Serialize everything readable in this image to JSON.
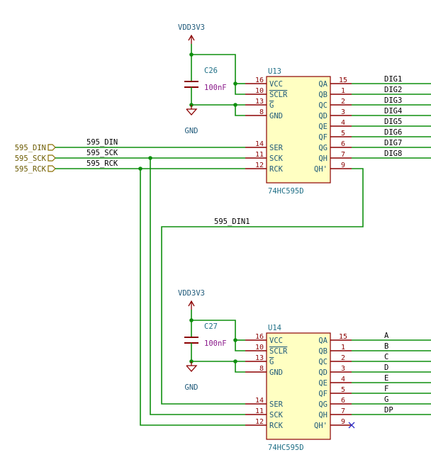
{
  "ic_top": {
    "ref": "U13",
    "value": "74HC595D",
    "left_pins": [
      {
        "name": "VCC",
        "num": "16"
      },
      {
        "name": "SCLR",
        "num": "10",
        "overline": true
      },
      {
        "name": "G",
        "num": "13",
        "overline": true
      },
      {
        "name": "GND",
        "num": "8"
      },
      {
        "name": "SER",
        "num": "14"
      },
      {
        "name": "SCK",
        "num": "11"
      },
      {
        "name": "RCK",
        "num": "12"
      }
    ],
    "right_pins": [
      {
        "name": "QA",
        "num": "15"
      },
      {
        "name": "QB",
        "num": "1"
      },
      {
        "name": "QC",
        "num": "2"
      },
      {
        "name": "QD",
        "num": "3"
      },
      {
        "name": "QE",
        "num": "4"
      },
      {
        "name": "QF",
        "num": "5"
      },
      {
        "name": "QG",
        "num": "6"
      },
      {
        "name": "QH",
        "num": "7"
      },
      {
        "name": "QH'",
        "num": "9"
      }
    ],
    "outputs": [
      "DIG1",
      "DIG2",
      "DIG3",
      "DIG4",
      "DIG5",
      "DIG6",
      "DIG7",
      "DIG8"
    ]
  },
  "ic_bottom": {
    "ref": "U14",
    "value": "74HC595D",
    "left_pins": [
      {
        "name": "VCC",
        "num": "16"
      },
      {
        "name": "SCLR",
        "num": "10",
        "overline": true
      },
      {
        "name": "G",
        "num": "13",
        "overline": true
      },
      {
        "name": "GND",
        "num": "8"
      },
      {
        "name": "SER",
        "num": "14"
      },
      {
        "name": "SCK",
        "num": "11"
      },
      {
        "name": "RCK",
        "num": "12"
      }
    ],
    "right_pins": [
      {
        "name": "QA",
        "num": "15"
      },
      {
        "name": "QB",
        "num": "1"
      },
      {
        "name": "QC",
        "num": "2"
      },
      {
        "name": "QD",
        "num": "3"
      },
      {
        "name": "QE",
        "num": "4"
      },
      {
        "name": "QF",
        "num": "5"
      },
      {
        "name": "QG",
        "num": "6"
      },
      {
        "name": "QH",
        "num": "7"
      },
      {
        "name": "QH'",
        "num": "9"
      }
    ],
    "outputs": [
      "A",
      "B",
      "C",
      "D",
      "E",
      "F",
      "G",
      "DP"
    ]
  },
  "cap_top": {
    "ref": "C26",
    "value": "100nF"
  },
  "cap_bottom": {
    "ref": "C27",
    "value": "100nF"
  },
  "power": {
    "vdd": "VDD3V3",
    "gnd": "GND"
  },
  "global_labels": [
    "595_DIN",
    "595_SCK",
    "595_RCK"
  ],
  "nets": {
    "din": "595_DIN",
    "sck": "595_SCK",
    "rck": "595_RCK",
    "din1": "595_DIN1"
  },
  "colors": {
    "wire": "#0f8f0f",
    "component": "#8b0000",
    "body_fill": "#ffffc2",
    "pin_name": "#1f5a7a",
    "value": "#8b1a8b",
    "global_label": "#6b5a00"
  }
}
